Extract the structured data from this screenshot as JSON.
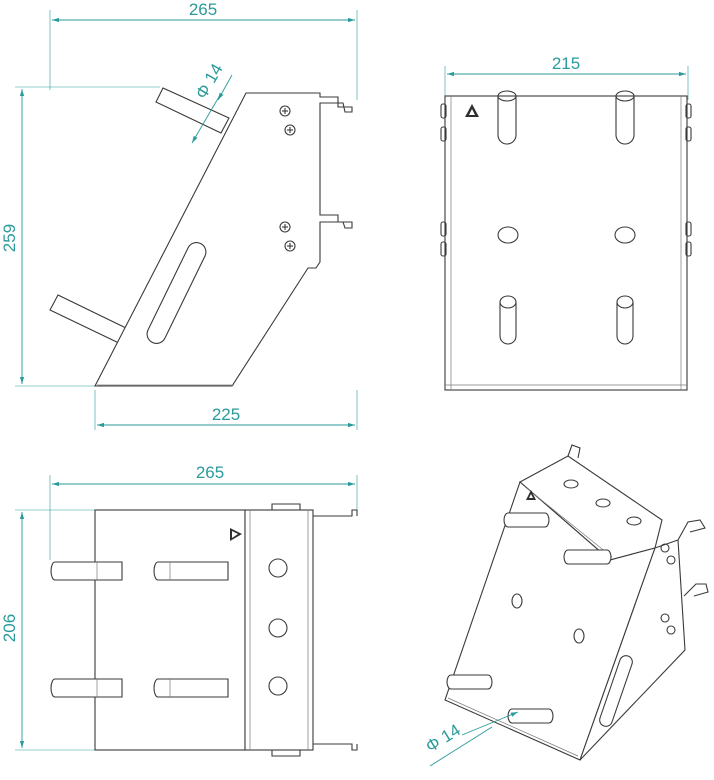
{
  "colors": {
    "dimension": "#2a9a9a",
    "line": "#3a3a3a",
    "background": "#ffffff"
  },
  "icons": {
    "warning": "warning-triangle-icon"
  },
  "side_view": {
    "width_top": "265",
    "height": "259",
    "width_bottom": "225",
    "diameter": "Φ 14"
  },
  "front_view": {
    "width": "215"
  },
  "top_view": {
    "width": "265",
    "height": "206"
  },
  "iso_view": {
    "diameter": "Φ 14"
  }
}
